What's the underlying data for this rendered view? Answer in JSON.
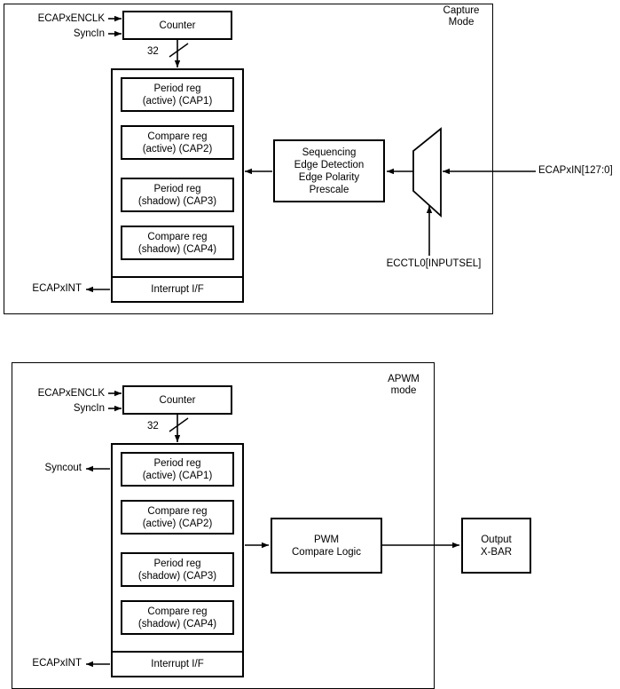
{
  "diagrams": [
    {
      "id": "capture-mode",
      "mode_label": "Capture\nMode",
      "inputs": {
        "clock": "ECAPxENCLK",
        "syncin": "SyncIn",
        "capture_in": "ECAPxIN[127:0]",
        "mux_select": "ECCTL0[INPUTSEL]"
      },
      "outputs": {
        "interrupt": "ECAPxINT"
      },
      "bus_width": "32",
      "blocks": {
        "counter": "Counter",
        "interrupt_if": "Interrupt I/F",
        "edge_logic": "Sequencing\nEdge Detection\nEdge Polarity\nPrescale"
      },
      "registers": [
        "Period reg\n(active) (CAP1)",
        "Compare reg\n(active) (CAP2)",
        "Period reg\n(shadow) (CAP3)",
        "Compare reg\n(shadow) (CAP4)"
      ]
    },
    {
      "id": "apwm-mode",
      "mode_label": "APWM\nmode",
      "inputs": {
        "clock": "ECAPxENCLK",
        "syncin": "SyncIn"
      },
      "outputs": {
        "syncout": "Syncout",
        "interrupt": "ECAPxINT"
      },
      "bus_width": "32",
      "blocks": {
        "counter": "Counter",
        "interrupt_if": "Interrupt I/F",
        "pwm_compare": "PWM\nCompare Logic",
        "output_xbar": "Output\nX-BAR"
      },
      "registers": [
        "Period reg\n(active) (CAP1)",
        "Compare reg\n(active) (CAP2)",
        "Period reg\n(shadow) (CAP3)",
        "Compare reg\n(shadow) (CAP4)"
      ]
    }
  ],
  "colors": {
    "stroke": "#000000",
    "background": "#ffffff"
  }
}
